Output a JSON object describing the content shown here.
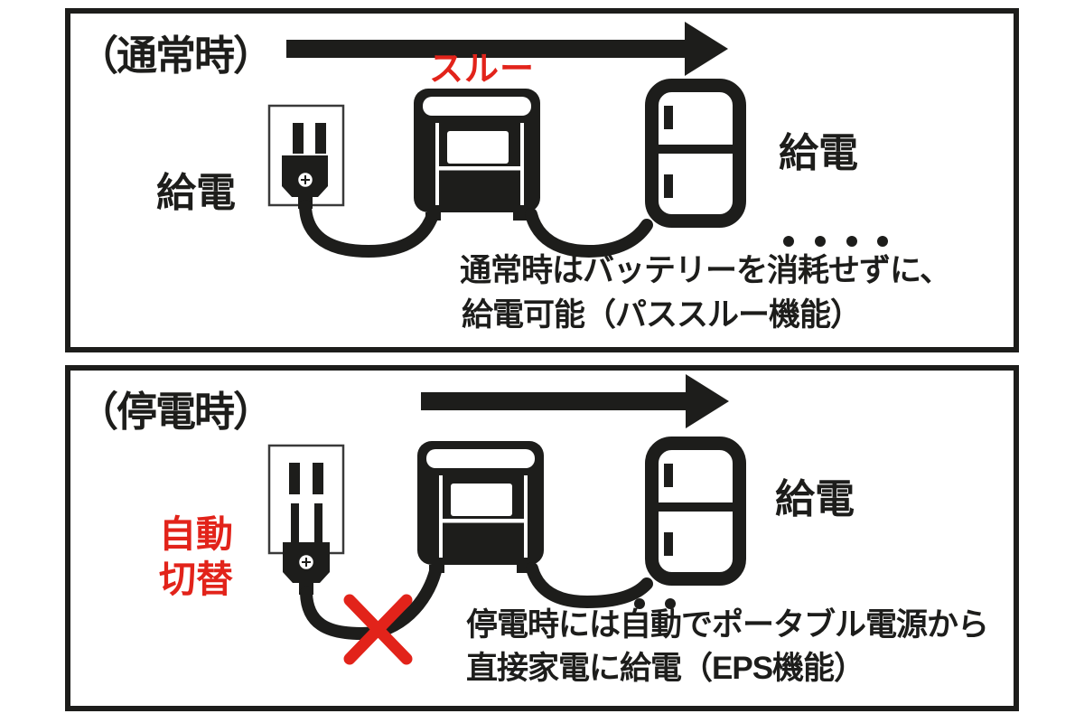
{
  "colors": {
    "ink": "#1d1d1b",
    "red": "#e2231a",
    "outlet_stroke": "#3a3a3a",
    "background": "#ffffff"
  },
  "panel_normal": {
    "title": "（通常時）",
    "flow_label": "スルー",
    "left_label": "給電",
    "right_label": "給電",
    "caption_line1": "通常時はバッテリーを消耗せずに、",
    "caption_line2": "給電可能（パススルー機能）",
    "emphasized_text": "消耗せず",
    "emphasis_dot_count": 4
  },
  "panel_outage": {
    "title": "（停電時）",
    "auto_switch_line1": "自動",
    "auto_switch_line2": "切替",
    "right_label": "給電",
    "caption_line1": "停電時には自動でポータブル電源から",
    "caption_line2": "直接家電に給電（EPS機能）",
    "emphasized_text": "自動",
    "emphasis_dot_count": 2
  },
  "icons": {
    "arrow": "power-flow-arrow",
    "outlet": "wall-outlet",
    "plug": "power-plug",
    "station": "portable-power-station",
    "fridge": "refrigerator",
    "cross": "no-power-x-mark",
    "dots": "emphasis-dots"
  }
}
